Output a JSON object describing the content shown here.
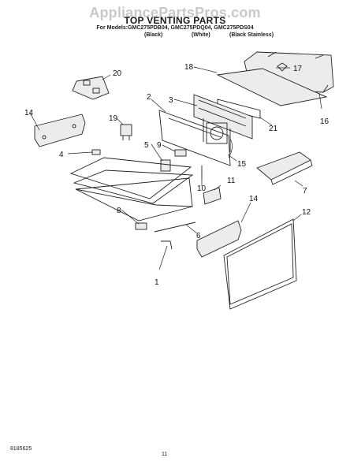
{
  "watermark": "AppliancePartsPros.com",
  "title": "TOP VENTING PARTS",
  "models_line": "For Models:GMC275PDB04, GMC275PDQ04, GMC275PDS04",
  "variants": [
    "(Black)",
    "(White)",
    "(Black Stainless)"
  ],
  "callouts": [
    "1",
    "2",
    "3",
    "4",
    "5",
    "6",
    "7",
    "8",
    "9",
    "10",
    "11",
    "12",
    "14",
    "14",
    "15",
    "16",
    "17",
    "18",
    "19",
    "20",
    "21"
  ],
  "doc_number": "8185625",
  "page_number": "11"
}
